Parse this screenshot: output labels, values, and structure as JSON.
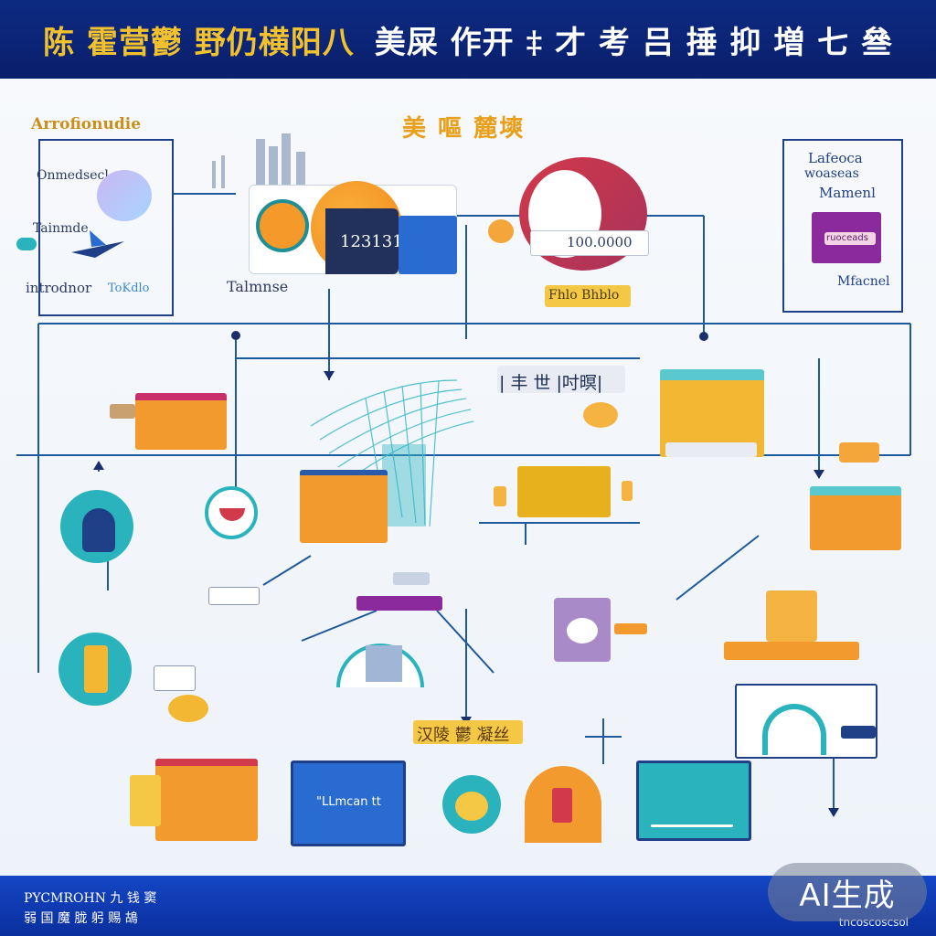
{
  "header": {
    "title_part1": "陈 霍营鬱 野仍横阳八",
    "title_part2": "美屎 作开 ‡ 才 考 吕 捶 抑   増 七 叄"
  },
  "labels": {
    "top_left_heading": "Arrofionudie",
    "left_item1": "Onmedsecl",
    "left_item2": "Tainmde",
    "left_item3": "introdnor",
    "left_item3b": "ToKdlo",
    "center_amount": "123131",
    "center_caption": "Talmnse",
    "top_center_tag": "美 嘔 麓塽",
    "circle_amount": "100.0000",
    "gold_tag": "Fhlo  Bhblo",
    "right_head1": "Lafeoca",
    "right_head2": "woaseas",
    "right_head3": "Mamenl",
    "right_pill": "ruoceads",
    "right_caption": "Mfacnel",
    "mid_tag": "| 丰 世 |吋暝|",
    "bottom_tag": "汉陵 鬱 凝丝",
    "blue_card_text": "\"LLmcan tt"
  },
  "footer": {
    "line1": "PYCMROHN 九 钱 窦",
    "line2": "弱 国 魔 胧 躬 赐 鴣",
    "right_text": "tncoscoscsol",
    "watermark": "AI生成"
  },
  "colors": {
    "navy": "#0d2a82",
    "gold": "#f2c12e",
    "orange": "#f39a2e",
    "teal": "#2ab3bd",
    "blue": "#2a6bd1",
    "purple": "#8a2a9c",
    "red": "#d2394a",
    "line": "#1d5a9a"
  },
  "icons": [
    "shield-icon",
    "person-icon",
    "globe-icon",
    "gear-icon",
    "document-icon",
    "money-icon"
  ]
}
